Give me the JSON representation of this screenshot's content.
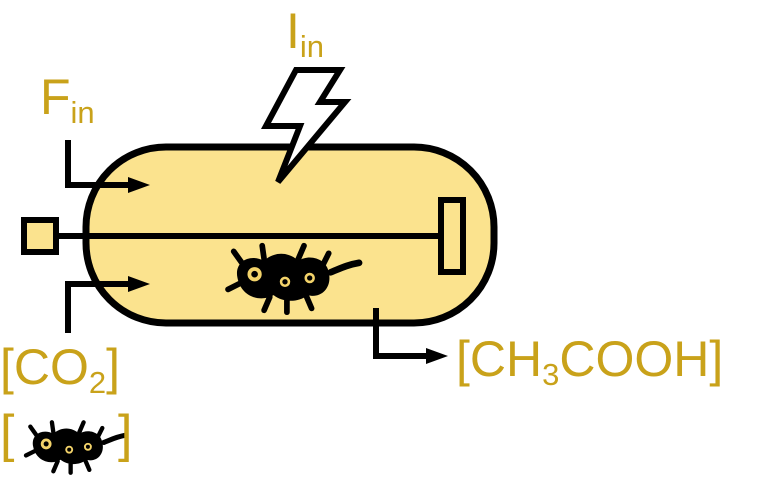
{
  "labels": {
    "light_symbol": "I",
    "light_sub": "in",
    "flow_symbol": "F",
    "flow_sub": "in",
    "co2_open": "[CO",
    "co2_sub": "2",
    "co2_close": "]",
    "bacteria_open": "[",
    "bacteria_close": "]",
    "product_a": "[CH",
    "product_sub": "3",
    "product_b": "COOH]"
  },
  "colors": {
    "label_gold": "#c9a21a",
    "vessel_fill": "#fbe38e",
    "line": "#000000",
    "cell_eye": "#f3d36a"
  },
  "icons": {
    "light": "lightning-bolt-icon",
    "microbe": "bacteria-icon",
    "motor": "stirrer-motor-icon",
    "baffle": "baffle-icon"
  }
}
